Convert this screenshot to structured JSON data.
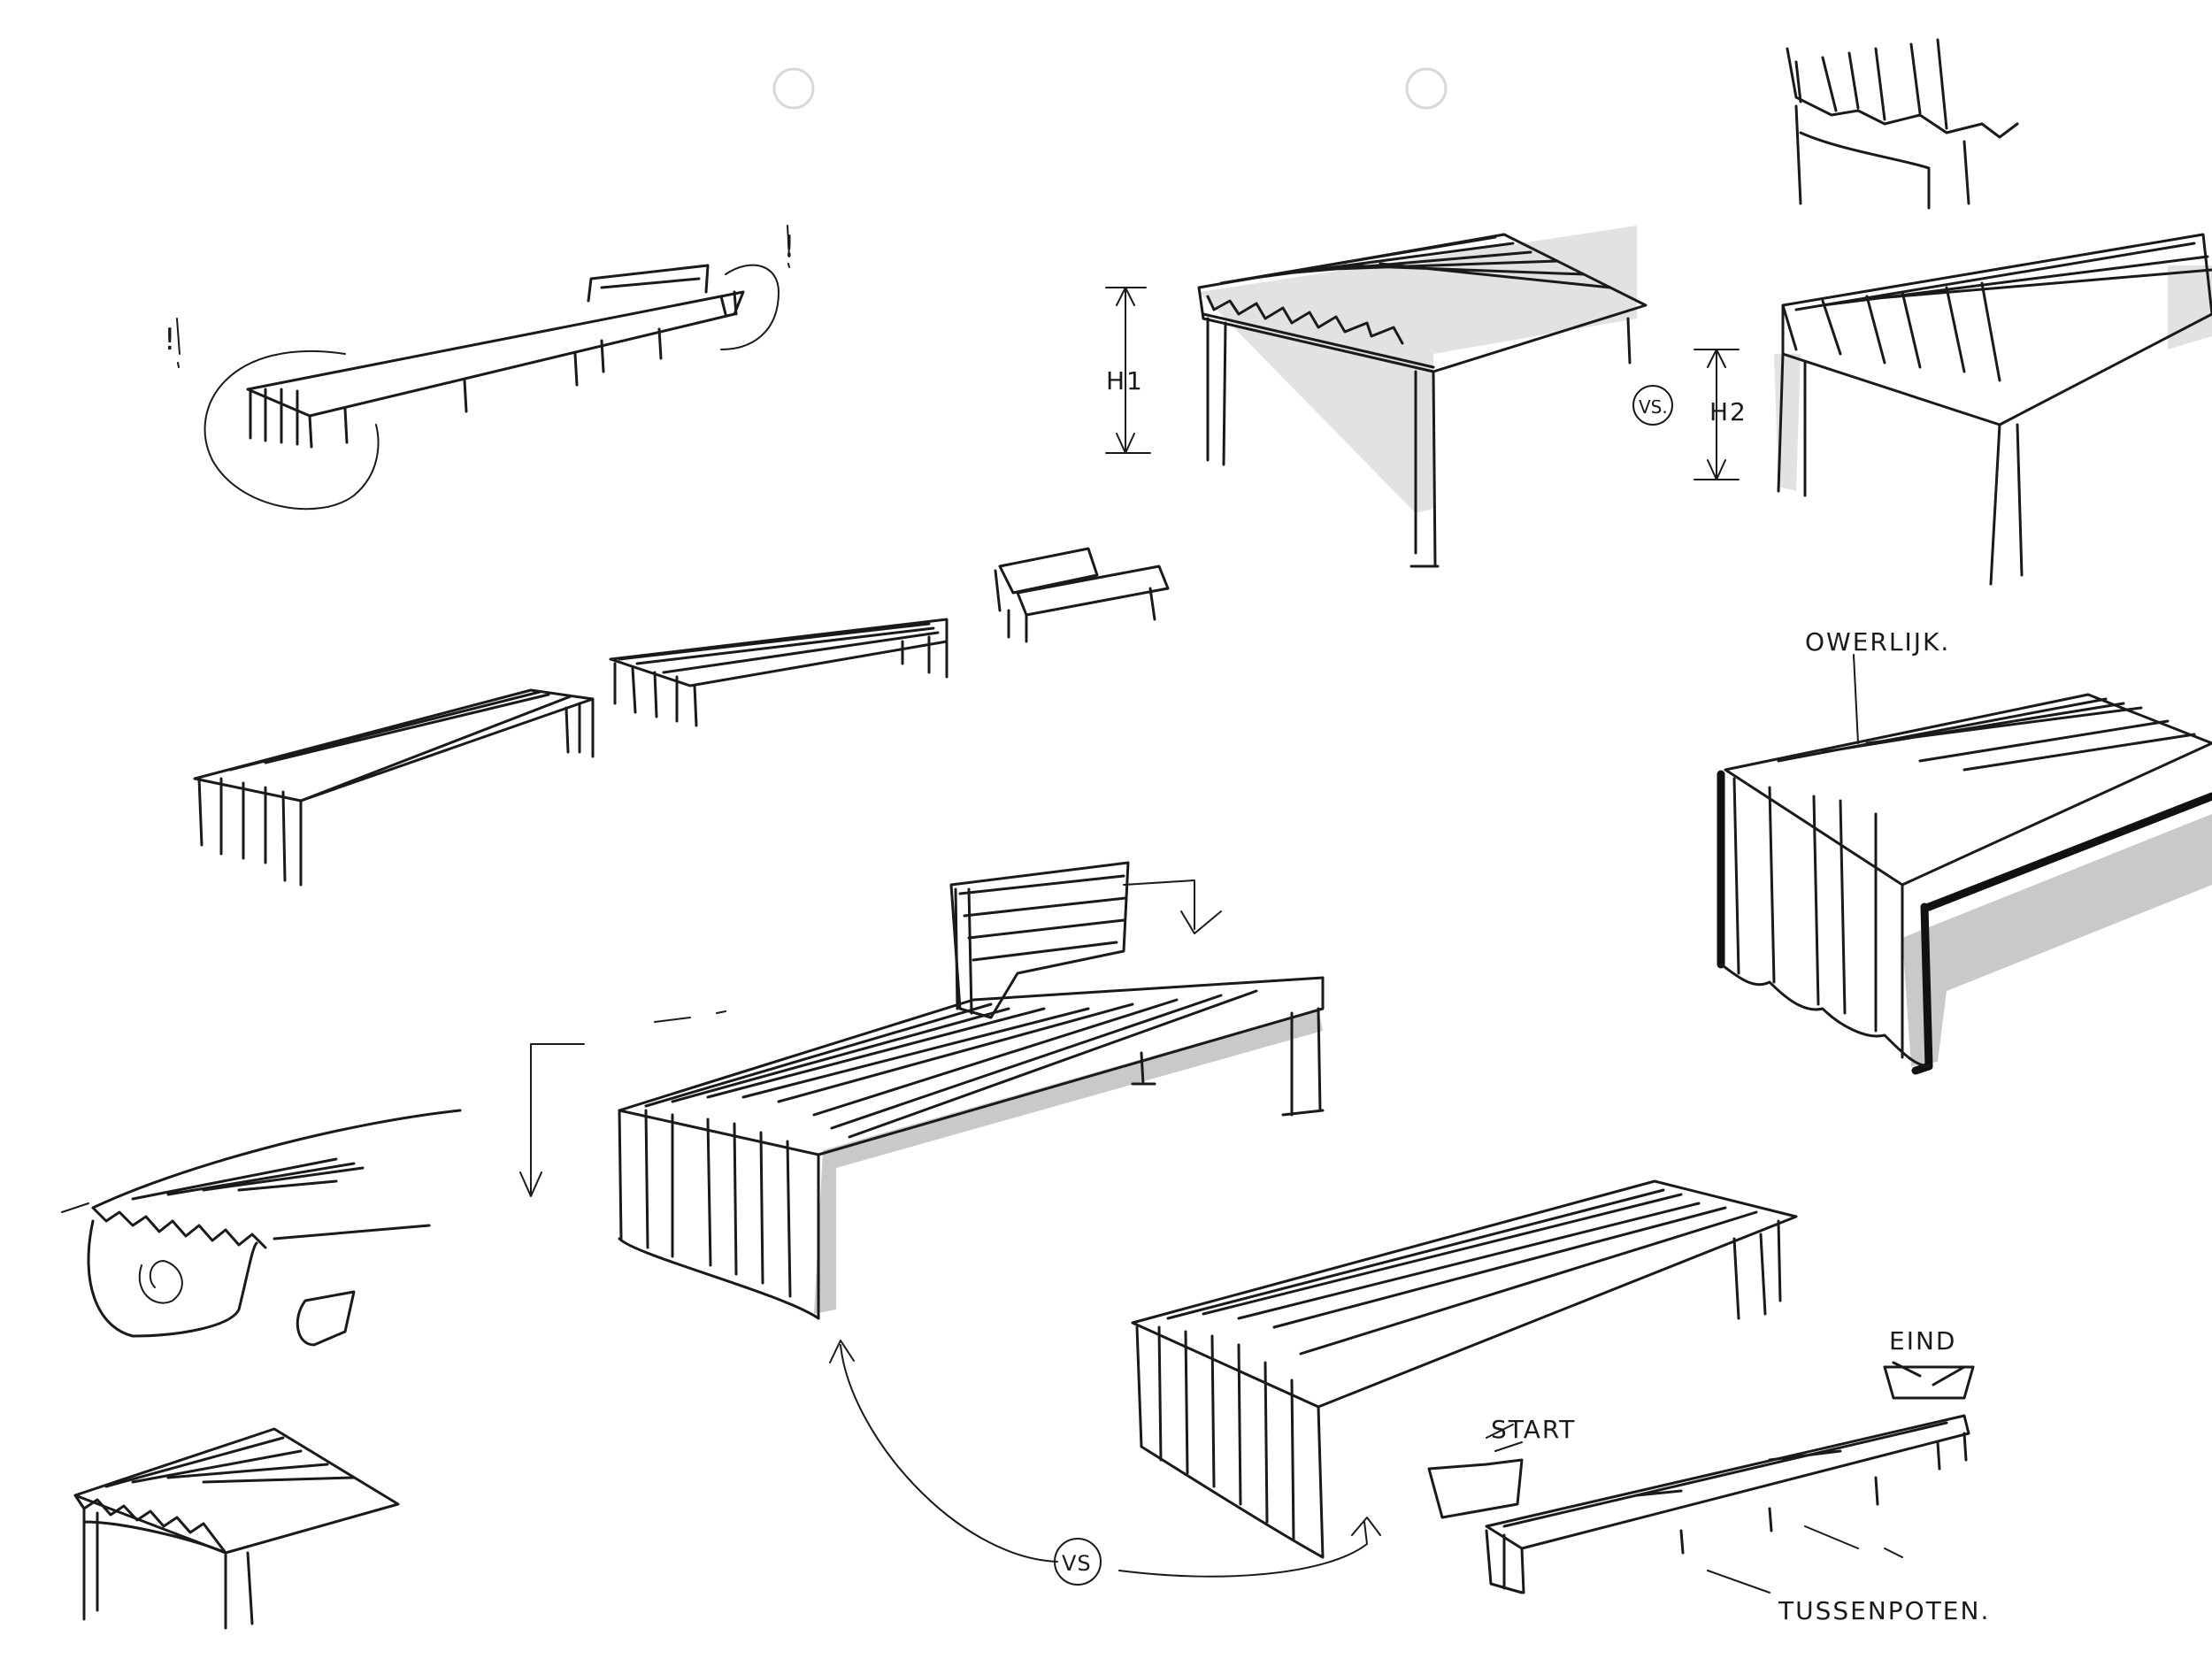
{
  "labels": {
    "h1": "H1",
    "h2": "H2",
    "vs_top": "VS.",
    "vs_bottom": "VS",
    "overlap": "OWERLIJK.",
    "eind": "EIND",
    "start": "START",
    "tussenpoten": "TUSSENPOTEN.",
    "exclaim_left": "!",
    "exclaim_right": "!"
  }
}
